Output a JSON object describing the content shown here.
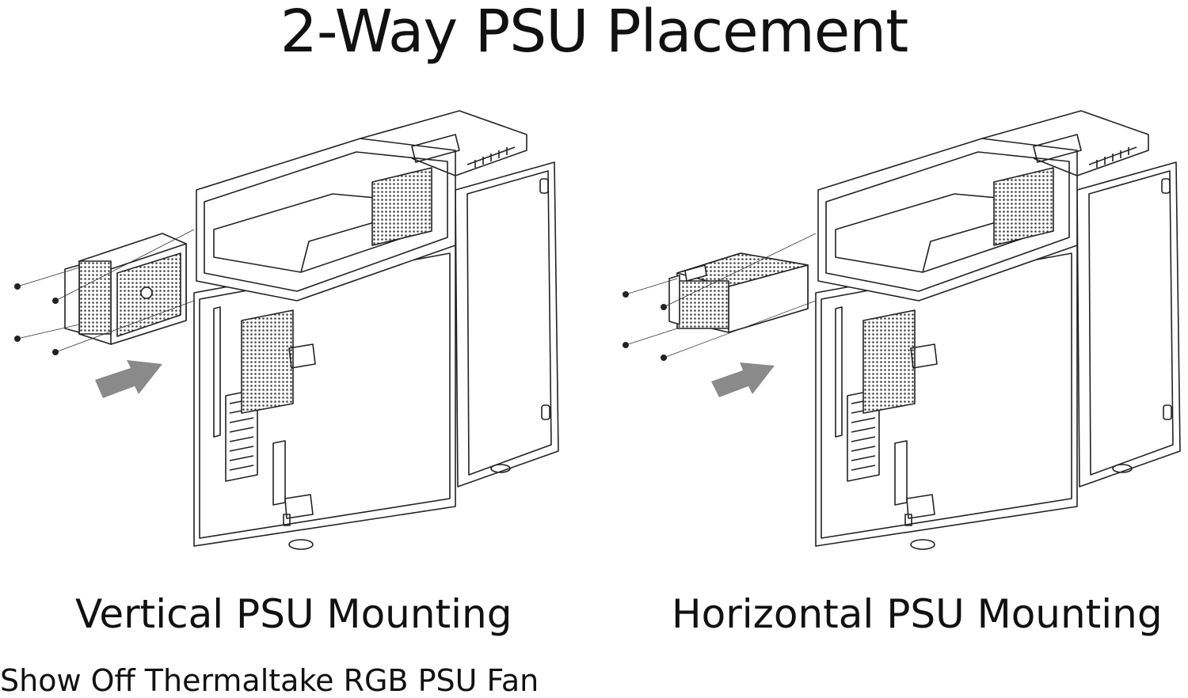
{
  "title": "2-Way PSU Placement",
  "panels": [
    {
      "caption": "Vertical PSU Mounting",
      "psu_orientation": "vertical",
      "arrow_icon": "insert-arrow-icon"
    },
    {
      "caption": "Horizontal PSU Mounting",
      "psu_orientation": "horizontal",
      "arrow_icon": "insert-arrow-icon"
    }
  ],
  "subcaption": "Show Off Thermaltake RGB PSU Fan",
  "colors": {
    "line": "#222222",
    "arrow": "#8a8a8a",
    "mesh": "#555555",
    "background": "#ffffff"
  }
}
